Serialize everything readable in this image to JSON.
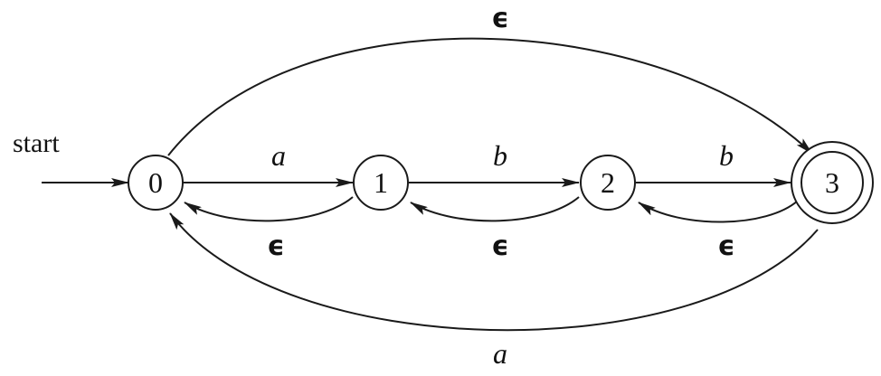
{
  "diagram": {
    "start_label": "start",
    "states": [
      {
        "id": "0",
        "label": "0",
        "accepting": false
      },
      {
        "id": "1",
        "label": "1",
        "accepting": false
      },
      {
        "id": "2",
        "label": "2",
        "accepting": false
      },
      {
        "id": "3",
        "label": "3",
        "accepting": true
      }
    ],
    "transitions": [
      {
        "from": "0",
        "to": "3",
        "label": "ϵ"
      },
      {
        "from": "0",
        "to": "1",
        "label": "a"
      },
      {
        "from": "1",
        "to": "2",
        "label": "b"
      },
      {
        "from": "2",
        "to": "3",
        "label": "b"
      },
      {
        "from": "1",
        "to": "0",
        "label": "ϵ"
      },
      {
        "from": "2",
        "to": "1",
        "label": "ϵ"
      },
      {
        "from": "3",
        "to": "2",
        "label": "ϵ"
      },
      {
        "from": "3",
        "to": "0",
        "label": "a"
      }
    ]
  }
}
